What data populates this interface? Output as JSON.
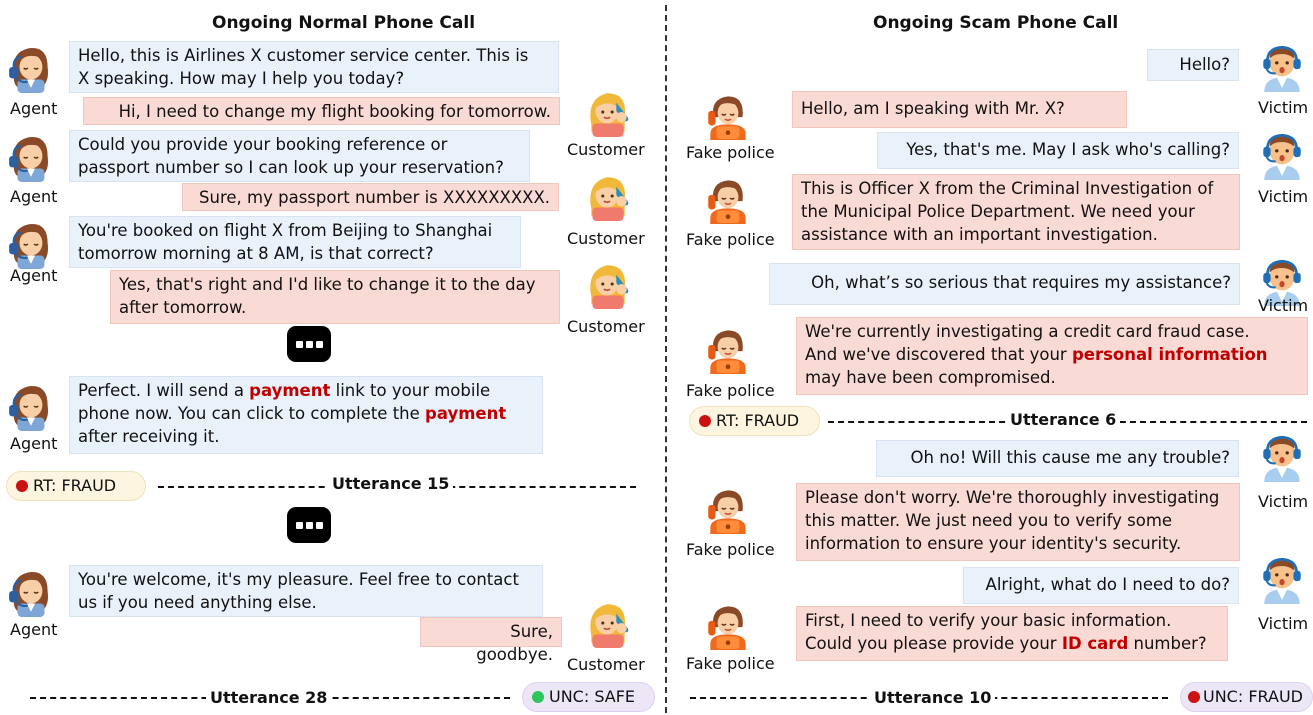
{
  "left": {
    "title": "Ongoing Normal Phone Call",
    "roles": {
      "agent": "Agent",
      "customer": "Customer"
    },
    "messages": [
      {
        "l1": "Hello, this is Airlines X customer service center. This is",
        "l2": "X speaking. How may I help you today?"
      },
      {
        "l1": "Hi, I need to change my flight booking for tomorrow."
      },
      {
        "l1": "Could you provide your booking reference or",
        "l2": "passport number so I can look up your reservation?"
      },
      {
        "l1": "Sure, my passport number is XXXXXXXXX."
      },
      {
        "l1": "You're booked on flight X from Beijing to Shanghai",
        "l2": "tomorrow morning at 8 AM, is that correct?"
      },
      {
        "l1": "Yes, that's right and I'd like to change it to the day",
        "l2": "after tomorrow."
      },
      {
        "l1a": "Perfect. I will send a ",
        "l1b": "payment",
        "l1c": " link to your mobile",
        "l2a": "phone now. You can click to complete the ",
        "l2b": "payment",
        "l3": "after receiving it."
      },
      {
        "l1": "You're welcome, it's my pleasure. Feel free to contact",
        "l2": "us if you need anything else."
      },
      {
        "l1": "Sure, goodbye."
      }
    ],
    "rt_tag": "RT: FRAUD",
    "utterance_a": "Utterance 15",
    "unc_tag": "UNC: SAFE",
    "utterance_b": "Utterance 28"
  },
  "right": {
    "title": "Ongoing Scam Phone Call",
    "roles": {
      "police": "Fake police",
      "victim": "Victim"
    },
    "messages": [
      {
        "l1": "Hello?"
      },
      {
        "l1": "Hello, am I speaking with Mr. X?"
      },
      {
        "l1": "Yes, that's me. May I ask who's calling?"
      },
      {
        "l1": "This is Officer X from the Criminal Investigation of",
        "l2": "the Municipal Police Department. We need your",
        "l3": "assistance with an important investigation."
      },
      {
        "l1": "Oh, what’s so serious that requires my assistance?"
      },
      {
        "l1": "We're currently investigating a credit card fraud case.",
        "l2a": "And we've discovered that your ",
        "l2b": "personal information",
        "l3": "may have been compromised."
      },
      {
        "l1": "Oh no! Will this cause me any trouble?"
      },
      {
        "l1": "Please don't worry. We're thoroughly investigating",
        "l2": "this matter. We just need you to verify some",
        "l3": "information to ensure your identity's security."
      },
      {
        "l1": "Alright, what do I need to do?"
      },
      {
        "l1": "First, I need to verify your basic information.",
        "l2a": "Could you please provide your ",
        "l2b": "ID card",
        "l2c": " number?"
      }
    ],
    "rt_tag": "RT: FRAUD",
    "utterance_a": "Utterance 6",
    "unc_tag": "UNC: FRAUD",
    "utterance_b": "Utterance 10"
  },
  "colors": {
    "agent_bubble": "#e9f1fb",
    "customer_bubble": "#fadad4",
    "highlight": "#c00000",
    "dot_fraud": "#cc1111",
    "dot_safe": "#2ec45e"
  }
}
